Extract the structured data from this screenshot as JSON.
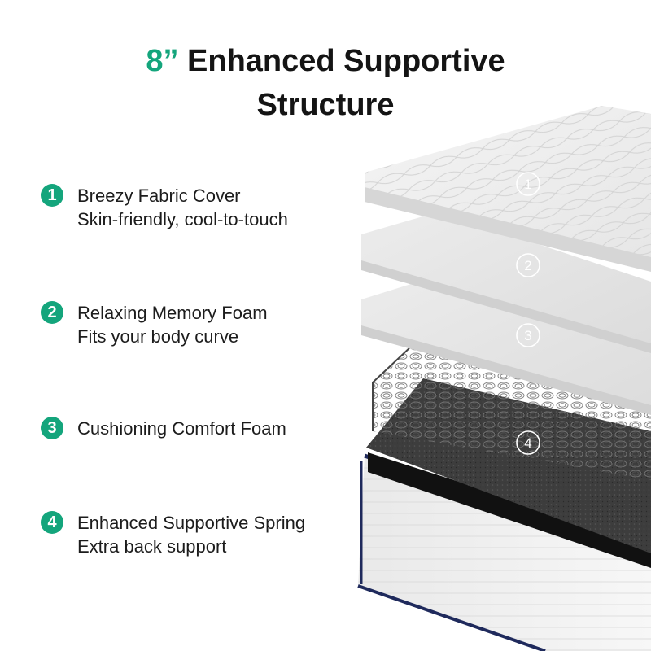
{
  "header": {
    "title_accent": "8”",
    "title_line1": "Enhanced Supportive",
    "title_line2": "Structure"
  },
  "features": [
    {
      "number": "1",
      "name": "Breezy Fabric Cover",
      "desc": "Skin-friendly, cool-to-touch"
    },
    {
      "number": "2",
      "name": "Relaxing Memory Foam",
      "desc": "Fits your body curve"
    },
    {
      "number": "3",
      "name": "Cushioning Comfort Foam",
      "desc": ""
    },
    {
      "number": "4",
      "name": "Enhanced Supportive Spring",
      "desc": "Extra back support"
    }
  ],
  "layer_markers": [
    "1",
    "2",
    "3",
    "4"
  ],
  "colors": {
    "accent": "#14a57c",
    "text": "#141414",
    "binding": "#1f2a5c"
  }
}
